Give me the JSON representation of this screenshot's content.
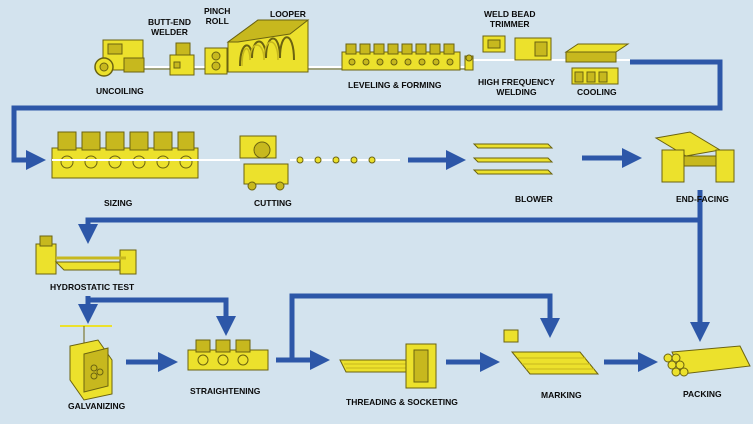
{
  "colors": {
    "background": "#d3e3ee",
    "machine_fill": "#ece12c",
    "machine_shade": "#c7b81e",
    "machine_outline": "#6b6310",
    "arrow_blue": "#2d57a8",
    "product_line": "#ffffff"
  },
  "labels": {
    "uncoiling": "UNCOILING",
    "butt_end_welder": [
      "BUTT-END",
      "WELDER"
    ],
    "pinch_roll": [
      "PINCH",
      "ROLL"
    ],
    "looper": "LOOPER",
    "leveling_forming": "LEVELING & FORMING",
    "weld_bead_trimmer": [
      "WELD BEAD",
      "TRIMMER"
    ],
    "high_frequency_welding": [
      "HIGH FREQUENCY",
      "WELDING"
    ],
    "cooling": "COOLING",
    "sizing": "SIZING",
    "cutting": "CUTTING",
    "blower": "BLOWER",
    "end_facing": "END-FACING",
    "hydrostatic_test": "HYDROSTATIC TEST",
    "galvanizing": "GALVANIZING",
    "straightening": "STRAIGHTENING",
    "threading_socketing": "THREADING & SOCKETING",
    "marking": "MARKING",
    "packing": "PACKING"
  }
}
